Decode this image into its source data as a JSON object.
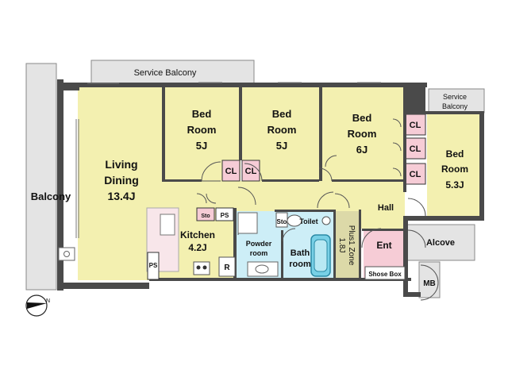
{
  "rooms": {
    "service_balcony_top": "Service Balcony",
    "service_balcony_right": [
      "Service",
      "Balcony"
    ],
    "balcony": "Balcony",
    "living_dining": [
      "Living",
      "Dining",
      "13.4J"
    ],
    "bed1": [
      "Bed",
      "Room",
      "5J"
    ],
    "bed2": [
      "Bed",
      "Room",
      "5J"
    ],
    "bed3": [
      "Bed",
      "Room",
      "6J"
    ],
    "bed4": [
      "Bed",
      "Room",
      "5.3J"
    ],
    "kitchen": [
      "Kitchen",
      "4.2J"
    ],
    "powder": [
      "Powder",
      "room"
    ],
    "bath": [
      "Bath",
      "room"
    ],
    "toilet": "Toilet",
    "hall": "Hall",
    "ent": "Ent",
    "shoe_box": "Shose Box",
    "alcove": "Alcove",
    "mb": "MB",
    "plus1": [
      "Plus1 Zone",
      "1.8J"
    ]
  },
  "fixtures": {
    "closet": "CL",
    "storage": "Sto",
    "pipe_shaft": "PS",
    "refrigerator": "R"
  },
  "colors": {
    "main_room": "#f3f0b0",
    "wet_room": "#cdeef7",
    "closet": "#f6ccd6",
    "wall": "#4a4a4a",
    "balcony": "#e4e4e4",
    "plus1": "#dcd9a8",
    "ent": "#f6ccd6"
  },
  "north_arrow_icon": "north-arrow-icon"
}
